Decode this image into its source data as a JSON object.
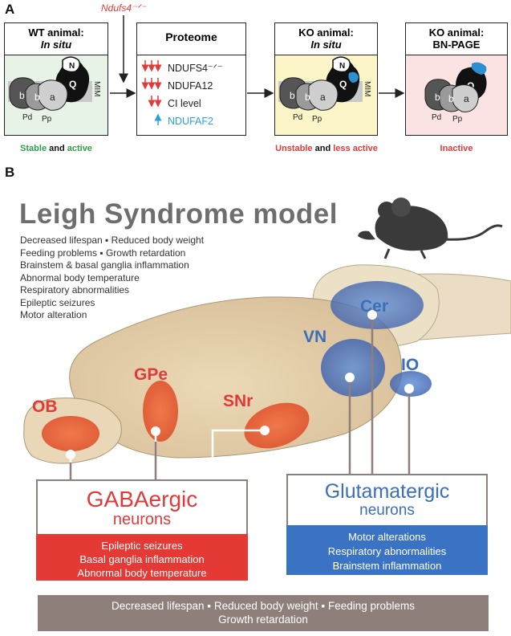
{
  "panel_a": {
    "letter": "A",
    "mutation_label": "Ndufs4⁻ᐟ⁻",
    "box1": {
      "title_line1": "WT animal:",
      "title_line2": "In situ",
      "status_part1": "Stable",
      "status_and": " and ",
      "status_part2": "active"
    },
    "box2": {
      "title": "Proteome",
      "rows": [
        "NDUFS4⁻ᐟ⁻",
        "NDUFA12",
        "CI level",
        "NDUFAF2"
      ]
    },
    "box3": {
      "title_line1": "KO animal:",
      "title_line2": "In situ",
      "status_part1": "Unstable",
      "status_and": " and ",
      "status_part2": "less active"
    },
    "box4": {
      "title_line1": "KO animal:",
      "title_line2": "BN-PAGE",
      "status": "Inactive"
    },
    "complex_labels": {
      "n": "N",
      "q": "Q",
      "a": "a",
      "b": "b",
      "pd": "Pd",
      "pp": "Pp",
      "mim": "MIM"
    }
  },
  "panel_b": {
    "letter": "B",
    "title": "Leigh Syndrome model",
    "symptoms": [
      "Decreased lifespan ▪ Reduced body weight",
      "Feeding problems ▪ Growth retardation",
      "Brainstem & basal ganglia inflammation",
      "Abnormal body temperature",
      "Respiratory abnormalities",
      "Epileptic seizures",
      "Motor alteration"
    ],
    "regions": {
      "ob": "OB",
      "gpe": "GPe",
      "snr": "SNr",
      "cer": "Cer",
      "vn": "VN",
      "io": "IO"
    },
    "gaba": {
      "title": "GABAergic",
      "subtitle": "neurons",
      "effects": [
        "Epileptic seizures",
        "Basal ganglia inflammation",
        "Abnormal body temperature"
      ]
    },
    "glut": {
      "title": "Glutamatergic",
      "subtitle": "neurons",
      "effects": [
        "Motor alterations",
        "Respiratory abnormalities",
        "Brainstem inflammation"
      ]
    },
    "shared": {
      "line1": "Decreased lifespan ▪ Reduced body weight ▪ Feeding problems",
      "line2": "Growth retardation"
    }
  },
  "colors": {
    "red": "#e03a3a",
    "green": "#2e9e4a",
    "blue_text": "#2ea0d6",
    "glut_blue": "#3b6fb8",
    "wt_bg": "#e8f3e8",
    "ko_bg": "#fbf5c8",
    "page_bg": "#fbe3e3",
    "grey_bar": "#8e7f7a"
  }
}
